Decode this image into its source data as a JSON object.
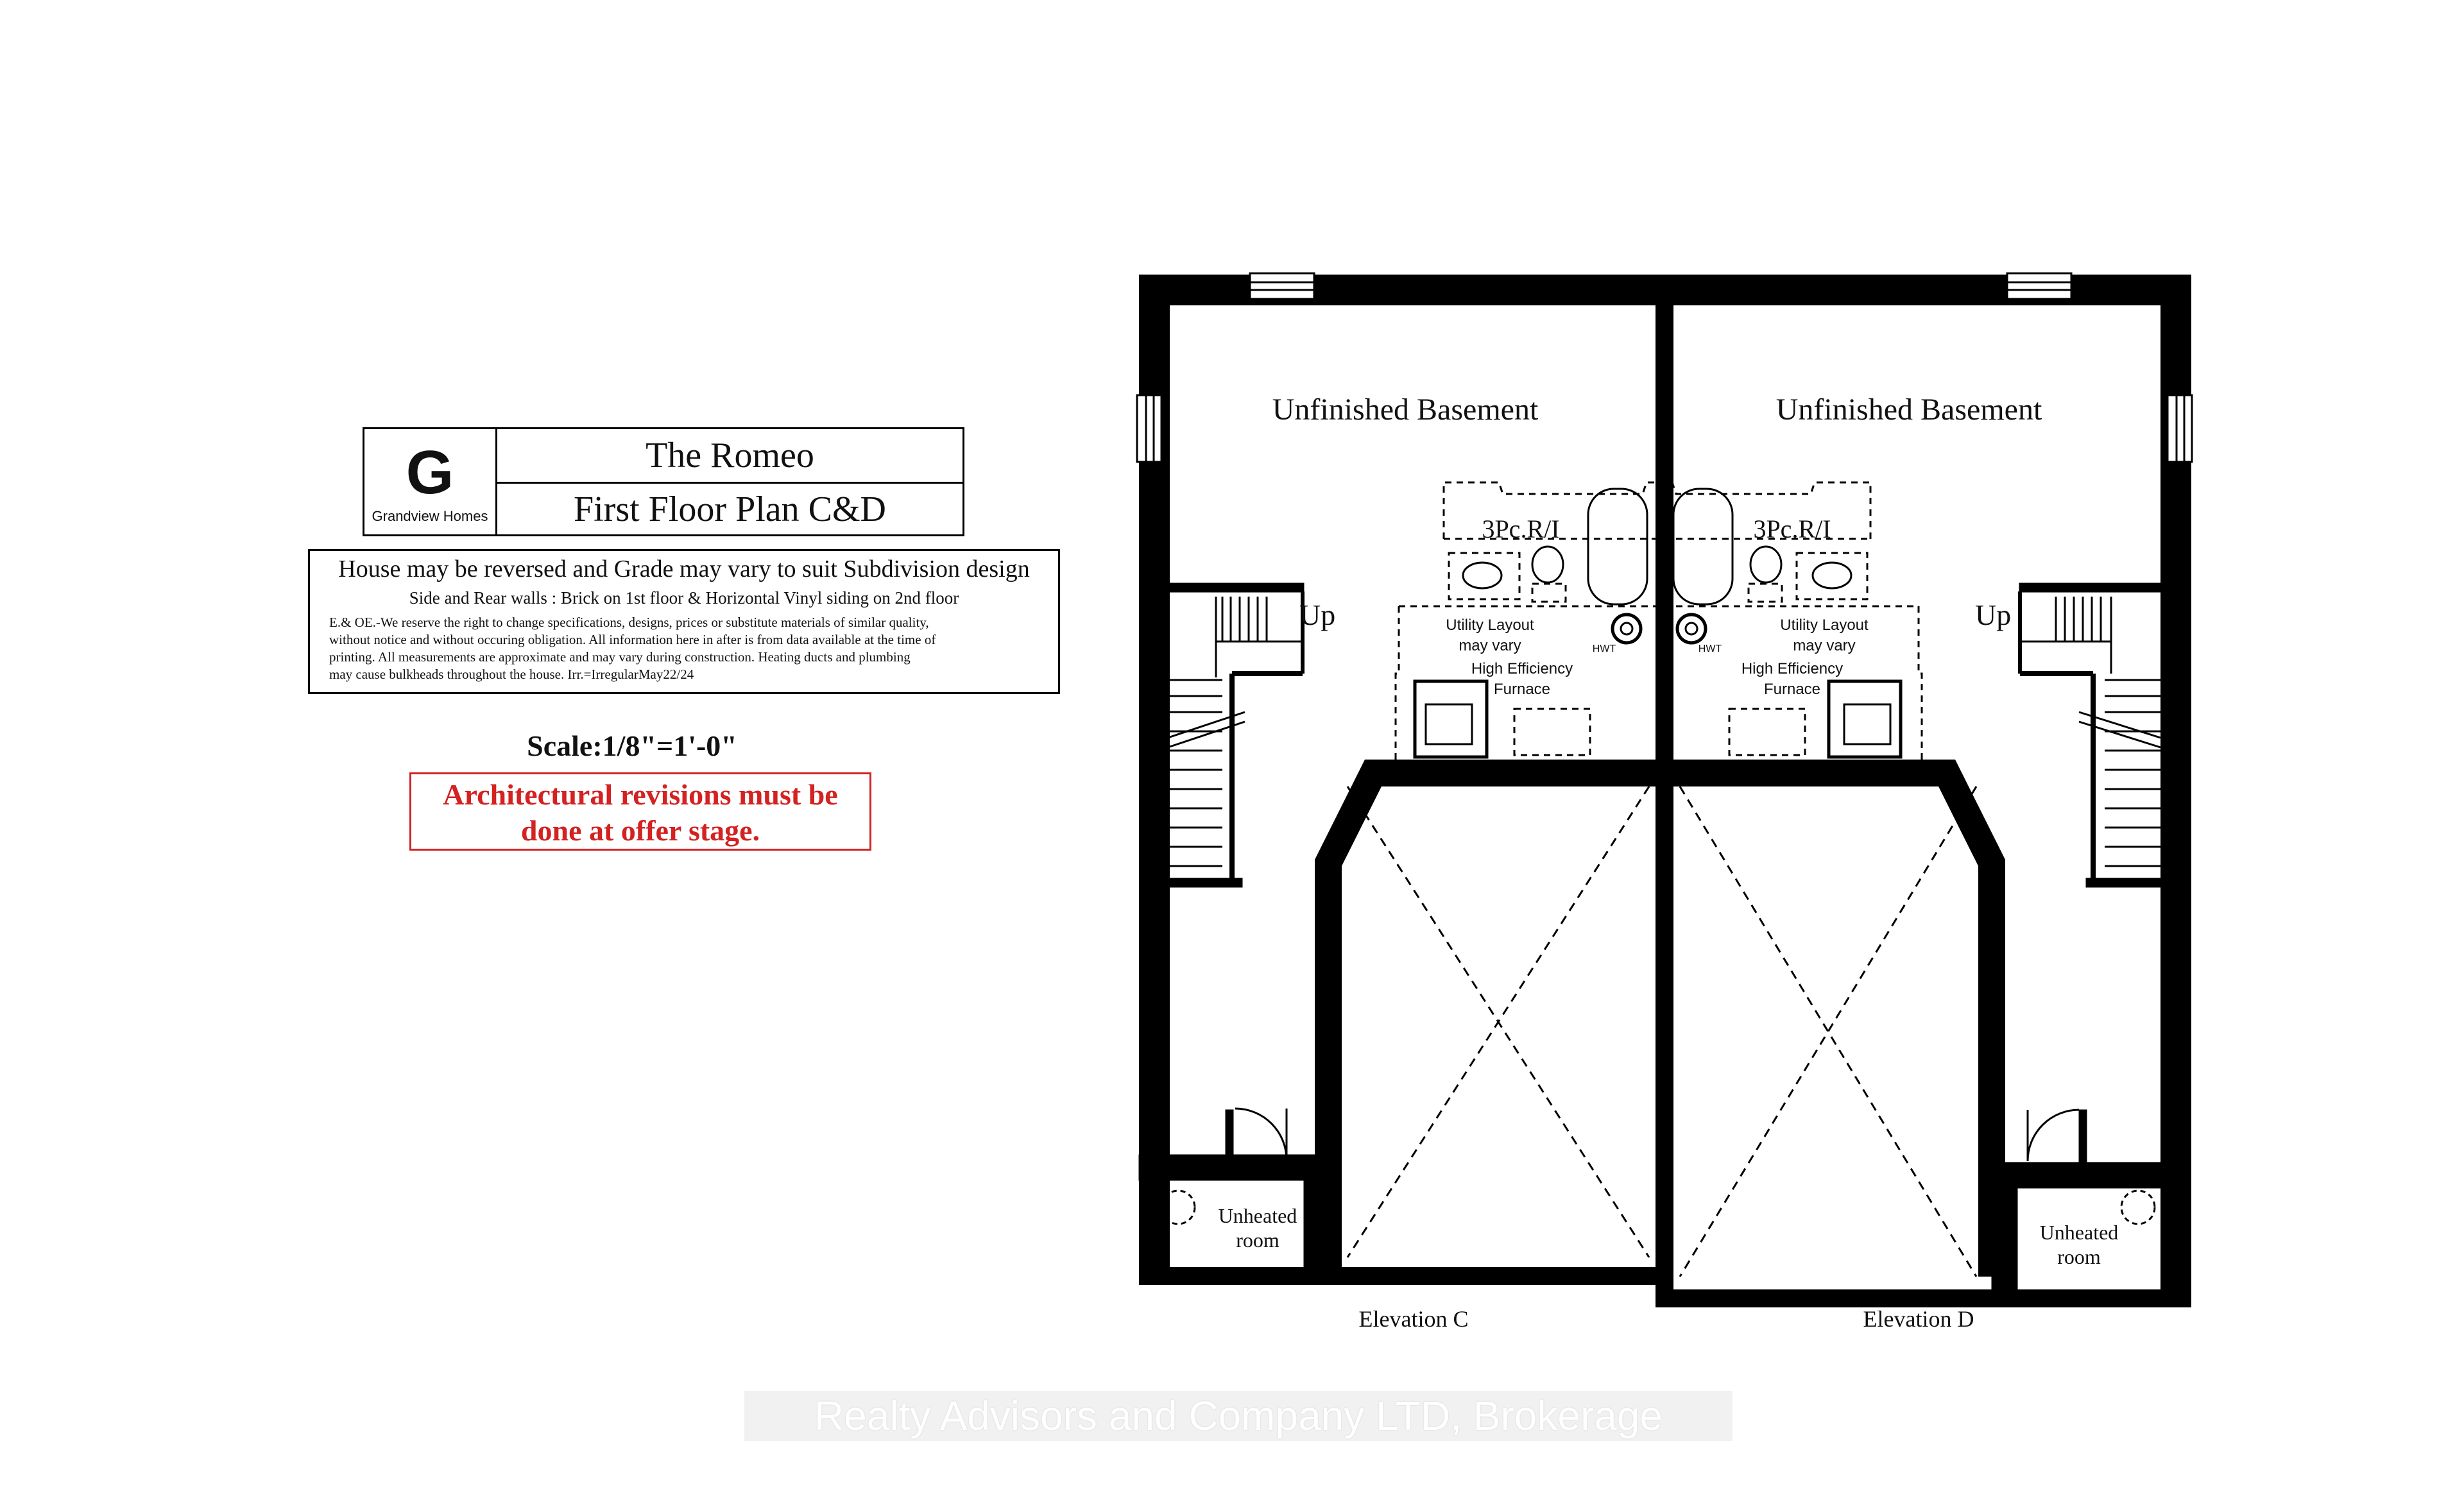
{
  "title_block": {
    "logo_letter": "G",
    "logo_company": "Grandview Homes",
    "model_name": "The Romeo",
    "plan_name": "First Floor Plan C&D"
  },
  "notes": {
    "main": "House may be reversed and Grade may vary to suit Subdivision design",
    "walls": "Side and Rear walls : Brick on 1st floor & Horizontal Vinyl siding on 2nd floor",
    "disclaimer": "E.& OE.-We reserve the right to change specifications, designs, prices or substitute materials of similar quality,\nwithout notice and without occuring obligation.  All information here in after is from data available at the time of\n printing. All measurements are approximate and may vary during construction. Heating ducts and plumbing\nmay cause bulkheads throughout the house. Irr.=IrregularMay22/24"
  },
  "scale": "Scale:1/8\"=1'-0\"",
  "revision_note": "Architectural revisions must be done at offer stage.",
  "plan_labels": {
    "basement_left": "Unfinished Basement",
    "basement_right": "Unfinished Basement",
    "bath_left": "3Pc.R/I",
    "bath_right": "3Pc.R/I",
    "stair_left": "Up",
    "stair_right": "Up",
    "utility_line1": "Utility Layout",
    "utility_line2": "may vary",
    "furnace_line1": "High Efficiency",
    "furnace_line2": "Furnace",
    "hwt": "HWT",
    "unheated_line1": "Unheated",
    "unheated_line2": "room",
    "elevation_left": "Elevation C",
    "elevation_right": "Elevation D"
  },
  "watermark": "Realty Advisors and Company LTD, Brokerage",
  "colors": {
    "wall": "#000000",
    "revision_red": "#d42121",
    "watermark_bg": "#eeeeee"
  }
}
